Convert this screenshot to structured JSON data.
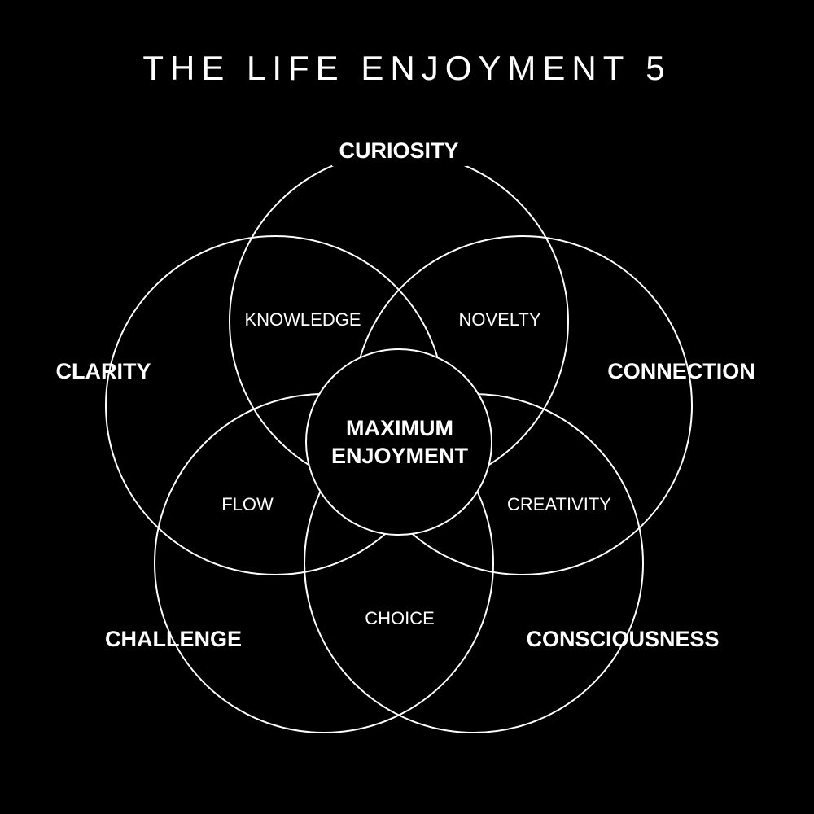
{
  "title": "THE LIFE ENJOYMENT 5",
  "circles": {
    "curiosity": "CURIOSITY",
    "clarity": "CLARITY",
    "connection": "CONNECTION",
    "challenge": "CHALLENGE",
    "consciousness": "CONSCIOUSNESS"
  },
  "overlaps": {
    "knowledge": "KNOWLEDGE",
    "novelty": "NOVELTY",
    "flow": "FLOW",
    "creativity": "CREATIVITY",
    "choice": "CHOICE"
  },
  "center": {
    "line1": "MAXIMUM",
    "line2": "ENJOYMENT"
  },
  "colors": {
    "background": "#000000",
    "stroke": "#ffffff",
    "text": "#ffffff"
  }
}
